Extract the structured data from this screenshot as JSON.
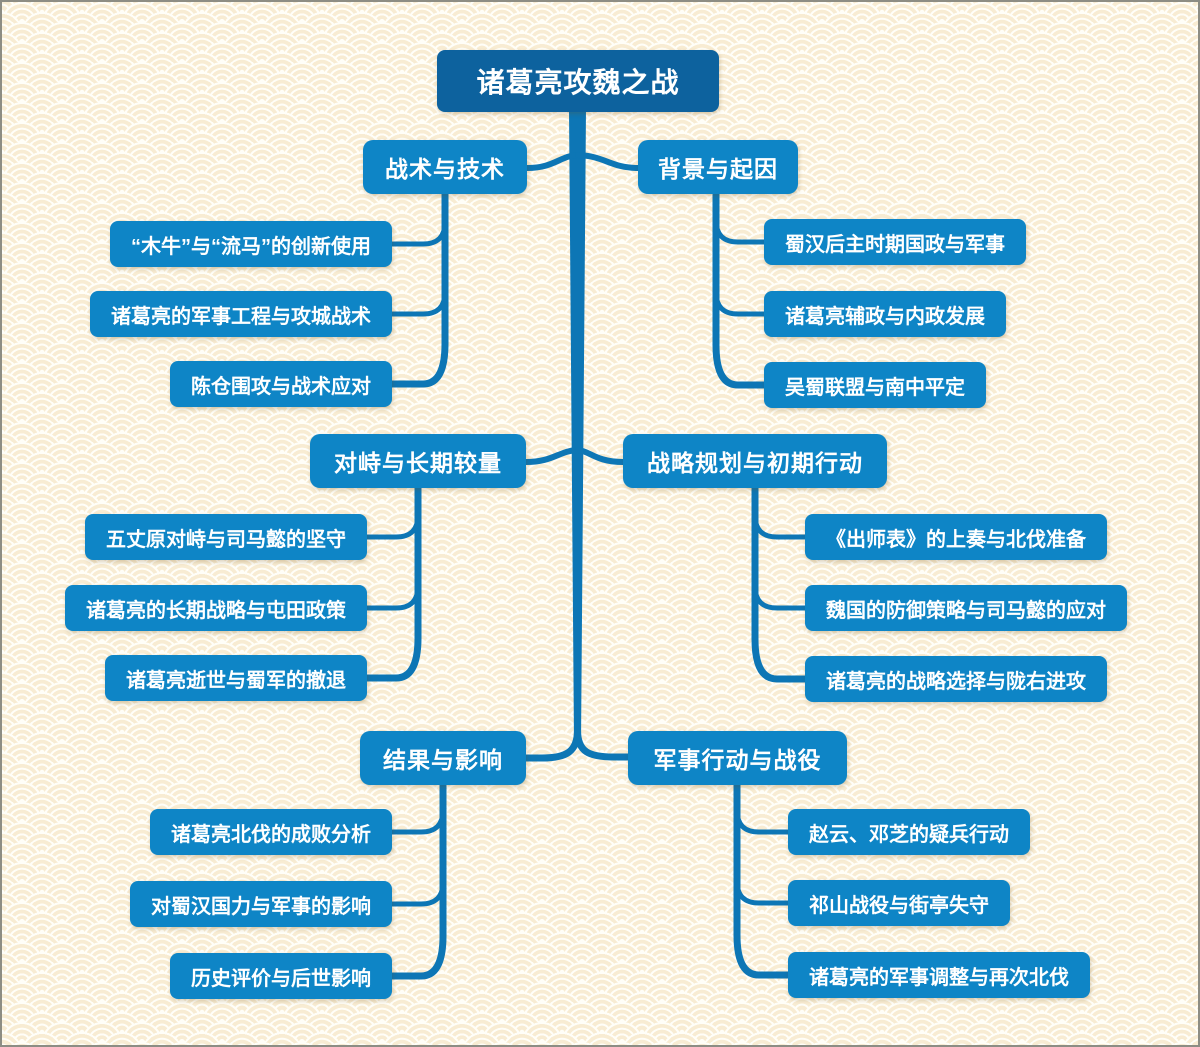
{
  "root": {
    "label": "诸葛亮攻魏之战"
  },
  "colors": {
    "root_box": "#0d629e",
    "node_box": "#0e85c6",
    "connector": "#0d76b5",
    "background": "#fbf0dc",
    "pattern_ring": "#fffef8",
    "text": "#ffffff"
  },
  "branches": [
    {
      "side": "left",
      "label": "战术与技术",
      "children": [
        "“木牛”与“流马”的创新使用",
        "诸葛亮的军事工程与攻城战术",
        "陈仓围攻与战术应对"
      ]
    },
    {
      "side": "right",
      "label": "背景与起因",
      "children": [
        "蜀汉后主时期国政与军事",
        "诸葛亮辅政与内政发展",
        "吴蜀联盟与南中平定"
      ]
    },
    {
      "side": "left",
      "label": "对峙与长期较量",
      "children": [
        "五丈原对峙与司马懿的坚守",
        "诸葛亮的长期战略与屯田政策",
        "诸葛亮逝世与蜀军的撤退"
      ]
    },
    {
      "side": "right",
      "label": "战略规划与初期行动",
      "children": [
        "《出师表》的上奏与北伐准备",
        "魏国的防御策略与司马懿的应对",
        "诸葛亮的战略选择与陇右进攻"
      ]
    },
    {
      "side": "left",
      "label": "结果与影响",
      "children": [
        "诸葛亮北伐的成败分析",
        "对蜀汉国力与军事的影响",
        "历史评价与后世影响"
      ]
    },
    {
      "side": "right",
      "label": "军事行动与战役",
      "children": [
        "赵云、邓芝的疑兵行动",
        "祁山战役与街亭失守",
        "诸葛亮的军事调整与再次北伐"
      ]
    }
  ]
}
